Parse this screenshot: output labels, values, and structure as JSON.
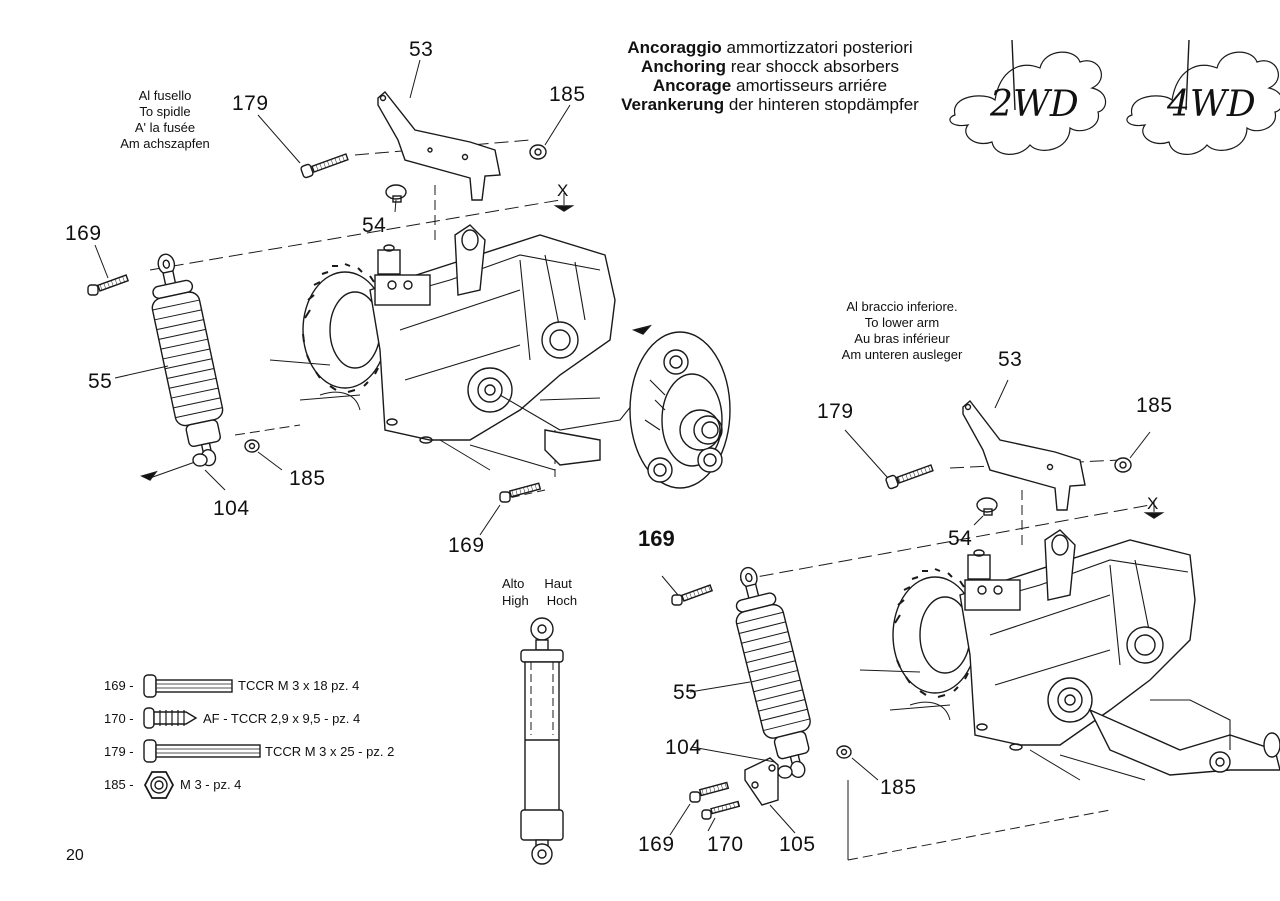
{
  "title": {
    "it_bold": "Ancoraggio",
    "it_rest": " ammortizzatori posteriori",
    "en_bold": "Anchoring",
    "en_rest": " rear shocck absorbers",
    "fr_bold": "Ancorage",
    "fr_rest": " amortisseurs arriére",
    "de_bold": "Verankerung",
    "de_rest": " der hinteren stopdämpfer"
  },
  "badges": [
    "2WD",
    "4WD"
  ],
  "note_spindle": [
    "Al fusello",
    "To spidle",
    "A' la fusée",
    "Am achszapfen"
  ],
  "note_lower_arm": [
    "Al braccio inferiore.",
    "To lower arm",
    "Au bras inférieur",
    "Am unteren ausleger"
  ],
  "height_labels": {
    "it": "Alto",
    "fr": "Haut",
    "en": "High",
    "de": "Hoch"
  },
  "axis_marker": "X",
  "top_diagram_parts": {
    "p53": "53",
    "p179": "179",
    "p185a": "185",
    "p54": "54",
    "p169a": "169",
    "p55": "55",
    "p185b": "185",
    "p104": "104",
    "p169b": "169"
  },
  "bottom_diagram_parts": {
    "p53": "53",
    "p179": "179",
    "p185a": "185",
    "p54": "54",
    "p169_bold": "169",
    "p55": "55",
    "p104": "104",
    "p185b": "185",
    "p169": "169",
    "p170": "170",
    "p105": "105"
  },
  "legend": [
    {
      "code": "169 -",
      "desc": "TCCR M 3 x 18 pz. 4"
    },
    {
      "code": "170 -",
      "desc": "AF - TCCR  2,9 x 9,5 - pz. 4"
    },
    {
      "code": "179 -",
      "desc": "TCCR M 3 x 25 - pz. 2"
    },
    {
      "code": "185 -",
      "desc": "M 3 - pz. 4"
    }
  ],
  "page_number": "20"
}
